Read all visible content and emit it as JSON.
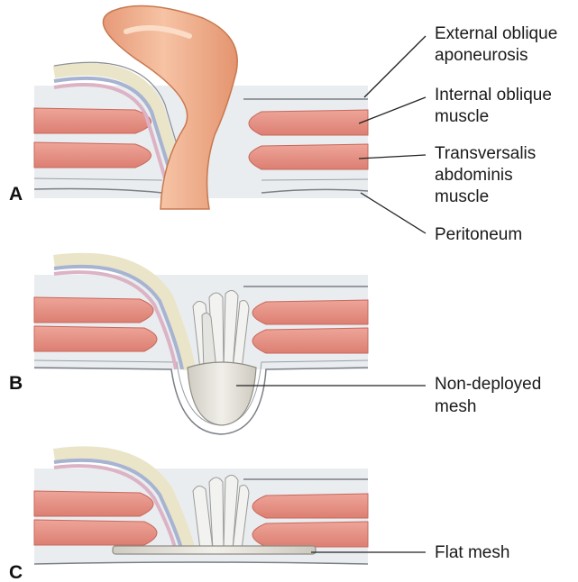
{
  "panels": [
    {
      "letter": "A"
    },
    {
      "letter": "B"
    },
    {
      "letter": "C"
    }
  ],
  "labels": {
    "external_oblique": [
      "External oblique",
      "aponeurosis"
    ],
    "internal_oblique": [
      "Internal oblique",
      "muscle"
    ],
    "transversalis": [
      "Transversalis",
      "abdominis",
      "muscle"
    ],
    "peritoneum": [
      "Peritoneum"
    ],
    "non_deployed_mesh": [
      "Non-deployed",
      "mesh"
    ],
    "flat_mesh": [
      "Flat mesh"
    ]
  },
  "colors": {
    "muscle": "#e8958a",
    "muscle_dark": "#c8675c",
    "fascia": "#e9ecef",
    "fascia_line": "#7b7f86",
    "sac": "#f0b08e",
    "sac_edge": "#c8784e",
    "mesh": "#dedbd2",
    "cord_yellow": "#efe7c4",
    "cord_blue": "#a6b4d2",
    "cord_pink": "#dcb3c4"
  }
}
